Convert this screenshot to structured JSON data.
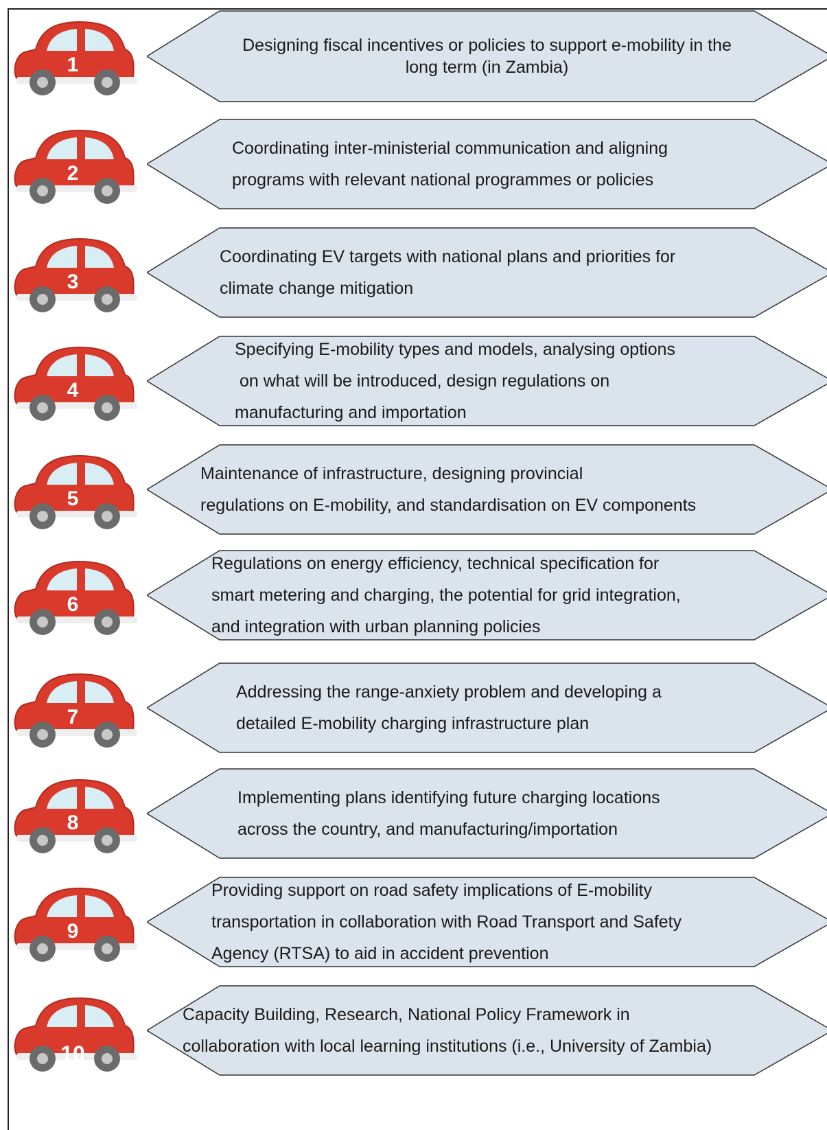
{
  "colors": {
    "car_body": "#d93a2b",
    "car_body_dark": "#b22a1e",
    "window": "#d8eef4",
    "wheel": "#6b6b6b",
    "hub": "#c8c8c8",
    "banner_fill": "#dbe3ec",
    "banner_stroke": "#333333"
  },
  "items": [
    {
      "number": "1",
      "lines": [
        "Designing fiscal incentives or policies to support e-mobility in the",
        "long term (in Zambia)"
      ]
    },
    {
      "number": "2",
      "lines": [
        "Coordinating inter-ministerial communication and aligning",
        "programs with relevant national programmes or policies"
      ]
    },
    {
      "number": "3",
      "lines": [
        "Coordinating EV targets with national plans and priorities for",
        "climate change mitigation"
      ]
    },
    {
      "number": "4",
      "lines": [
        "Specifying E-mobility types and models, analysing options",
        " on what will be introduced, design regulations on",
        "manufacturing and importation"
      ]
    },
    {
      "number": "5",
      "lines": [
        "Maintenance of infrastructure, designing provincial",
        "regulations on E-mobility, and standardisation on EV components"
      ]
    },
    {
      "number": "6",
      "lines": [
        "Regulations on energy efficiency, technical specification for",
        "smart metering and charging, the potential for grid integration,",
        "and integration with urban planning policies"
      ]
    },
    {
      "number": "7",
      "lines": [
        "Addressing the range-anxiety problem and developing a",
        "detailed E-mobility charging infrastructure plan"
      ]
    },
    {
      "number": "8",
      "lines": [
        "Implementing plans identifying future charging locations",
        "across the country, and manufacturing/importation"
      ]
    },
    {
      "number": "9",
      "lines": [
        "Providing support on road safety implications of E-mobility",
        "transportation in collaboration with Road Transport and Safety",
        "Agency (RTSA) to aid in accident prevention"
      ]
    },
    {
      "number": "10",
      "lines": [
        "Capacity Building, Research, National Policy Framework in",
        "collaboration with local learning institutions (i.e., University of Zambia)"
      ]
    }
  ]
}
